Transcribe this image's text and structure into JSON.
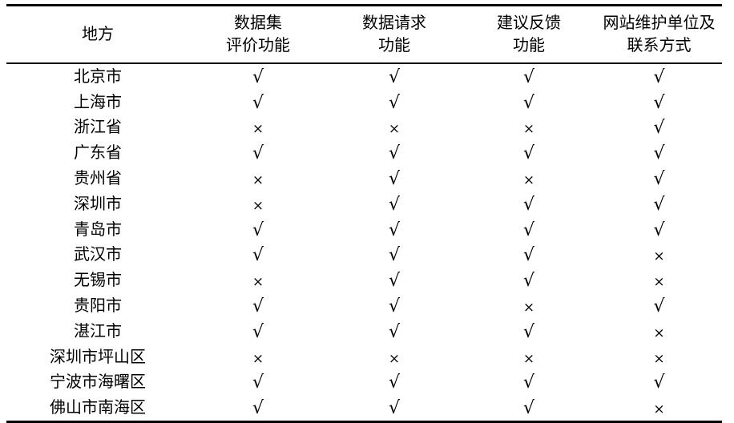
{
  "table": {
    "columns": [
      {
        "id": "place",
        "lines": [
          "地方"
        ]
      },
      {
        "id": "dataset_eval",
        "lines": [
          "数据集",
          "评价功能"
        ]
      },
      {
        "id": "data_request",
        "lines": [
          "数据请求",
          "功能"
        ]
      },
      {
        "id": "suggestion_feedback",
        "lines": [
          "建议反馈",
          "功能"
        ]
      },
      {
        "id": "maintainer_contact",
        "lines": [
          "网站维护单位及",
          "联系方式"
        ]
      }
    ],
    "marks": {
      "yes": "√",
      "no": "×"
    },
    "rows": [
      {
        "place": "北京市",
        "dataset_eval": "√",
        "data_request": "√",
        "suggestion_feedback": "√",
        "maintainer_contact": "√"
      },
      {
        "place": "上海市",
        "dataset_eval": "√",
        "data_request": "√",
        "suggestion_feedback": "√",
        "maintainer_contact": "√"
      },
      {
        "place": "浙江省",
        "dataset_eval": "×",
        "data_request": "×",
        "suggestion_feedback": "×",
        "maintainer_contact": "√"
      },
      {
        "place": "广东省",
        "dataset_eval": "√",
        "data_request": "√",
        "suggestion_feedback": "√",
        "maintainer_contact": "√"
      },
      {
        "place": "贵州省",
        "dataset_eval": "×",
        "data_request": "√",
        "suggestion_feedback": "×",
        "maintainer_contact": "√"
      },
      {
        "place": "深圳市",
        "dataset_eval": "×",
        "data_request": "√",
        "suggestion_feedback": "√",
        "maintainer_contact": "√"
      },
      {
        "place": "青岛市",
        "dataset_eval": "√",
        "data_request": "√",
        "suggestion_feedback": "√",
        "maintainer_contact": "√"
      },
      {
        "place": "武汉市",
        "dataset_eval": "√",
        "data_request": "√",
        "suggestion_feedback": "√",
        "maintainer_contact": "×"
      },
      {
        "place": "无锡市",
        "dataset_eval": "×",
        "data_request": "√",
        "suggestion_feedback": "√",
        "maintainer_contact": "×"
      },
      {
        "place": "贵阳市",
        "dataset_eval": "√",
        "data_request": "√",
        "suggestion_feedback": "×",
        "maintainer_contact": "√"
      },
      {
        "place": "湛江市",
        "dataset_eval": "√",
        "data_request": "√",
        "suggestion_feedback": "√",
        "maintainer_contact": "×"
      },
      {
        "place": "深圳市坪山区",
        "dataset_eval": "×",
        "data_request": "×",
        "suggestion_feedback": "×",
        "maintainer_contact": "×"
      },
      {
        "place": "宁波市海曙区",
        "dataset_eval": "√",
        "data_request": "√",
        "suggestion_feedback": "√",
        "maintainer_contact": "√"
      },
      {
        "place": "佛山市南海区",
        "dataset_eval": "√",
        "data_request": "√",
        "suggestion_feedback": "√",
        "maintainer_contact": "×"
      }
    ]
  },
  "style": {
    "text_color": "#000000",
    "background": "#ffffff",
    "rule_color": "#000000"
  }
}
